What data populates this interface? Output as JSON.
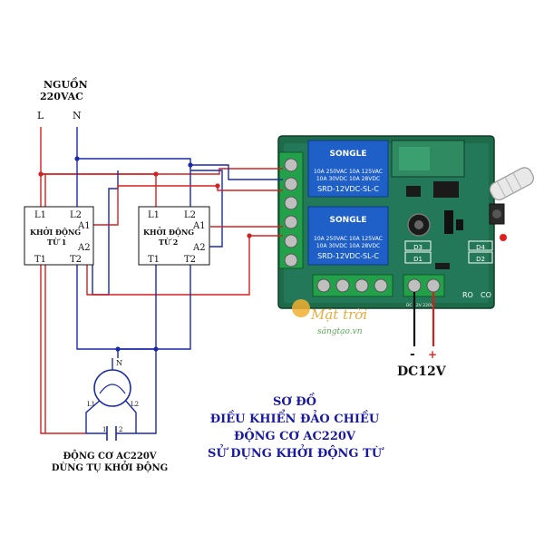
{
  "power_source": {
    "title_line1": "NGUỒN",
    "title_line2": "220VAC",
    "line_l": "L",
    "line_n": "N"
  },
  "contactor_1": {
    "pin_l1": "L1",
    "pin_l2": "L2",
    "pin_a1": "A1",
    "pin_a2": "A2",
    "pin_t1": "T1",
    "pin_t2": "T2",
    "label_line1": "KHỞI ĐỘNG",
    "label_line2": "TỪ 1"
  },
  "contactor_2": {
    "pin_l1": "L1",
    "pin_l2": "L2",
    "pin_a1": "A1",
    "pin_a2": "A2",
    "pin_t1": "T1",
    "pin_t2": "T2",
    "label_line1": "KHỞI ĐỘNG",
    "label_line2": "TỪ 2"
  },
  "motor": {
    "pin_n": "N",
    "pin_l1": "L1",
    "pin_l2": "L2",
    "cap_pin_1": "1",
    "cap_pin_2": "2",
    "caption_line1": "ĐỘNG CƠ AC220V",
    "caption_line2": "DÙNG TỤ KHỞI ĐỘNG"
  },
  "module": {
    "relay_brand": "SONGLE",
    "relay_rating_line1": "10A 250VAC  10A 125VAC",
    "relay_rating_line2": "10A  30VDC  10A  28VDC",
    "relay_model": "SRD-12VDC-SL-C",
    "label_d1": "D1",
    "label_d2": "D2",
    "label_d3": "D3",
    "label_d4": "D4",
    "label_ro": "RO",
    "label_co": "CO",
    "label_dc": "DC 12V  220V"
  },
  "dc_supply": {
    "minus": "-",
    "plus": "+",
    "label": "DC12V"
  },
  "title": {
    "line1": "SƠ ĐỒ",
    "line2": "ĐIỀU KHIỂN ĐẢO CHIỀU",
    "line3": "ĐỘNG CƠ AC220V",
    "line4": "SỬ DỤNG KHỞI ĐỘNG TỪ"
  },
  "colors": {
    "line_wire": "#d32020",
    "neutral_wire": "#1a2aa8",
    "pcb": "#1e6b4a",
    "relay": "#1f5fc8",
    "title": "#1a1aa0"
  }
}
